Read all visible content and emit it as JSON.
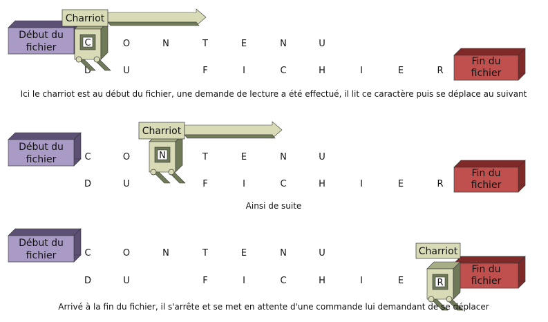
{
  "colors": {
    "start_front": "#a99bc6",
    "start_side": "#5c5075",
    "end_front": "#c0504d",
    "end_side": "#7f2a28",
    "carriage_fill": "#d9dbb7",
    "carriage_dark": "#6f7a59",
    "carriage_arm": "#a7ad84"
  },
  "labels": {
    "start_line1": "Début du",
    "start_line2": "fichier",
    "end_line1": "Fin du",
    "end_line2": "fichier",
    "carriage": "Charriot"
  },
  "content": {
    "row1": [
      "C",
      "O",
      "N",
      "T",
      "E",
      "N",
      "U"
    ],
    "row2": [
      "D",
      "U",
      "",
      "F",
      "I",
      "C",
      "H",
      "I",
      "E",
      "R"
    ]
  },
  "panels": [
    {
      "head_letter": "C",
      "caption": "Ici le charriot est au début du fichier, une demande de lecture a été effectué, il lit ce caractère puis se déplace au suivant"
    },
    {
      "head_letter": "N",
      "caption": "Ainsi de suite"
    },
    {
      "head_letter": "R",
      "caption": "Arrivé à la fin du fichier, il s'arrête et se met en attente d'une commande lui demandant de se déplacer"
    }
  ]
}
